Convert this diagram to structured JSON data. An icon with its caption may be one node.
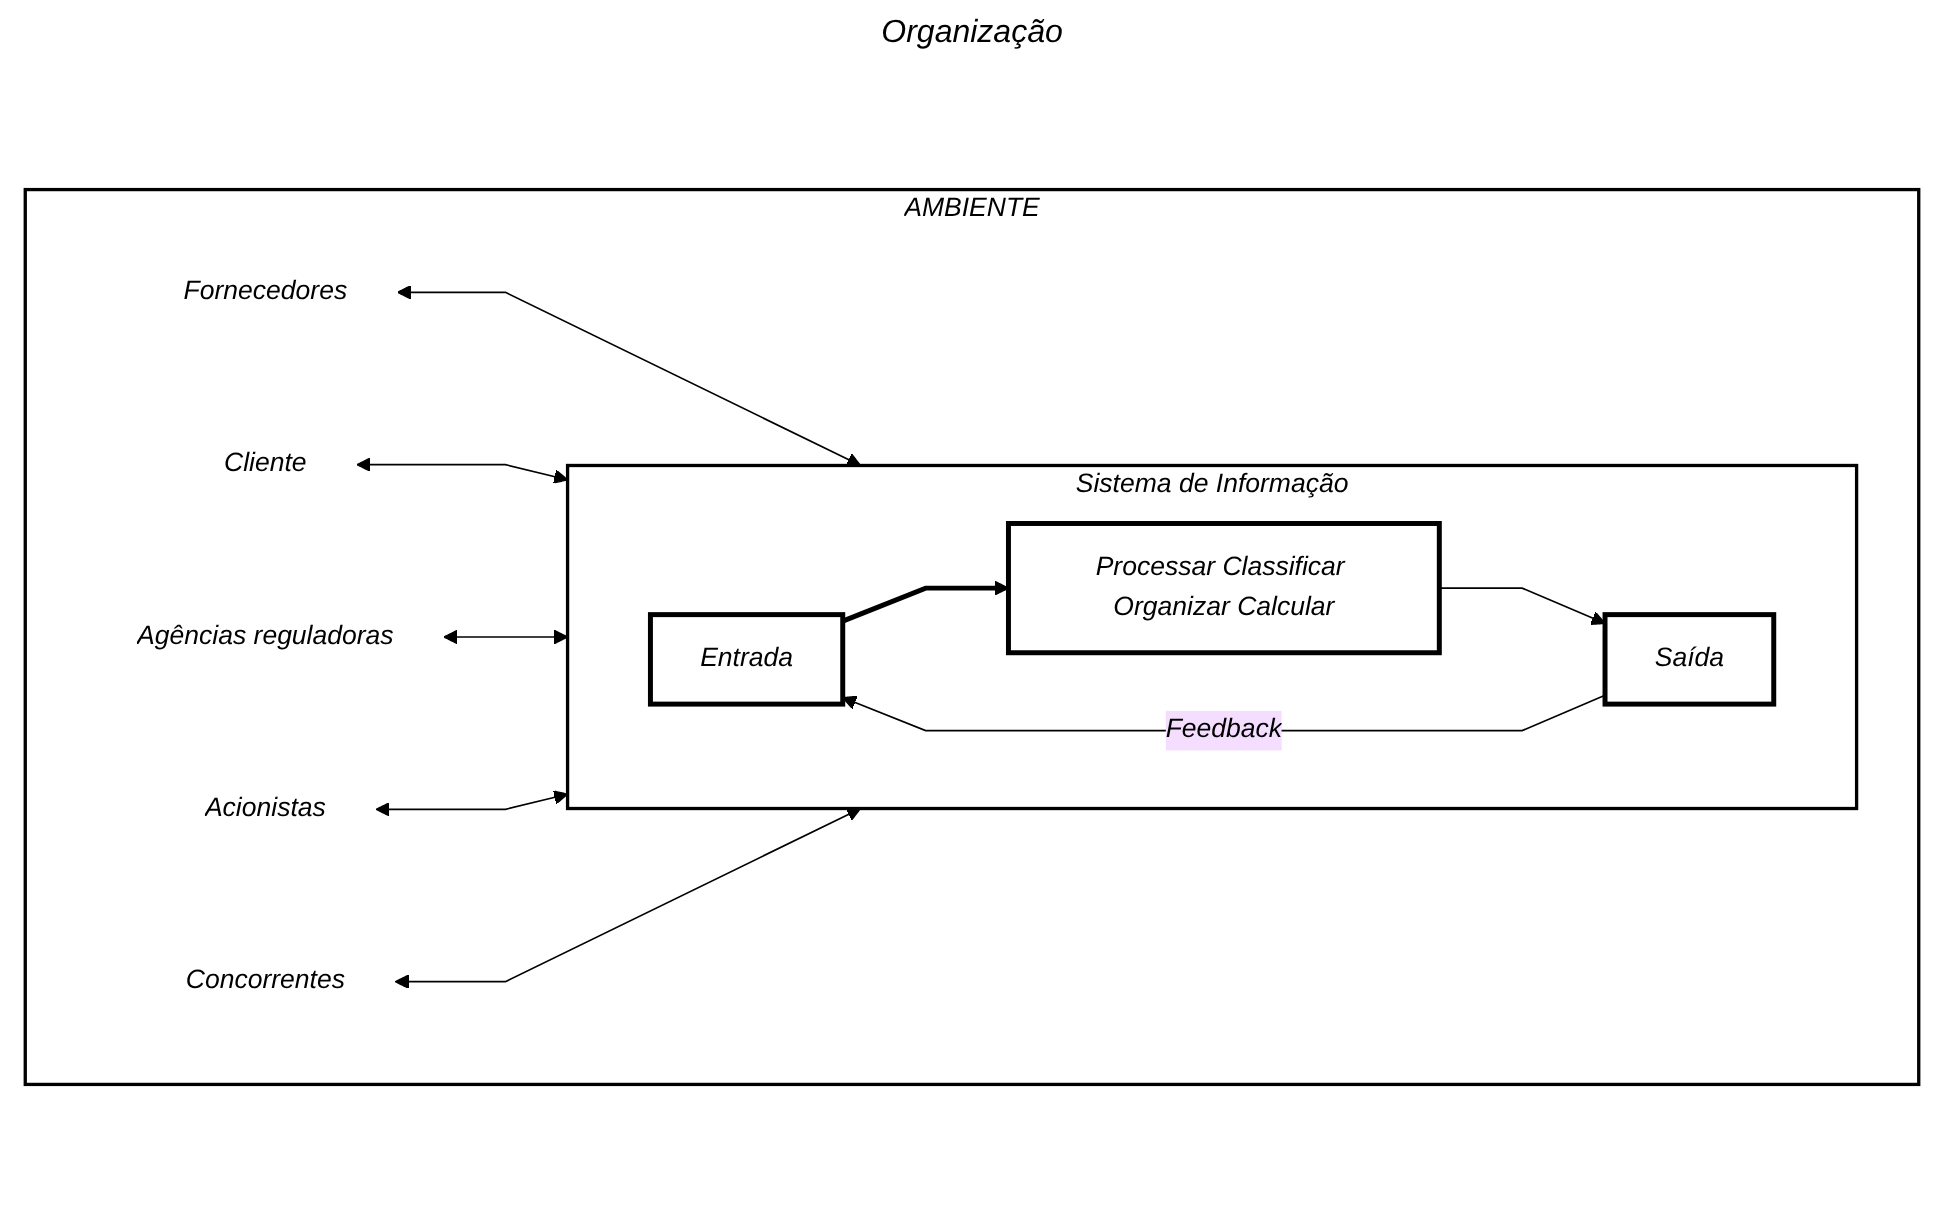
{
  "diagram": {
    "nodes": [
      {
        "text": [
          "AMBIENTE"
        ]
      },
      {
        "text": [
          "Fornecedores"
        ],
        "in": 0
      },
      {
        "text": [
          "Cliente"
        ],
        "in": 0
      },
      {
        "text": [
          "Sistema de Informação"
        ],
        "in": 0
      },
      {
        "text": [
          "Entrada"
        ],
        "in": 3
      },
      {
        "text": [
          "Processar Classificar Organizar Calcular"
        ],
        "in": 3
      },
      {
        "text": [
          "Saída"
        ],
        "in": 3
      },
      {
        "text": [
          "Agências reguladoras"
        ],
        "in": 0
      },
      {
        "text": [
          "Acionistas"
        ],
        "in": 0
      },
      {
        "text": [
          "Concorrentes"
        ],
        "in": 0
      }
    ],
    "edges": [
      {
        "from": 1,
        "to": 3,
        "arrow": "both"
      },
      {
        "from": 2,
        "to": 3,
        "arrow": "both"
      },
      {
        "from": 4,
        "to": 5,
        "arrow": "to",
        "style": "thick"
      },
      {
        "from": 5,
        "to": 6,
        "arrow": "to"
      },
      {
        "from": 6,
        "to": 4,
        "arrow": "to",
        "label": "Feedback"
      },
      {
        "from": 7,
        "to": 3,
        "arrow": "both"
      },
      {
        "from": 8,
        "to": 3,
        "arrow": "both"
      },
      {
        "from": 9,
        "to": 3,
        "arrow": "both"
      }
    ],
    "labels": [
      "Organização"
    ]
  }
}
